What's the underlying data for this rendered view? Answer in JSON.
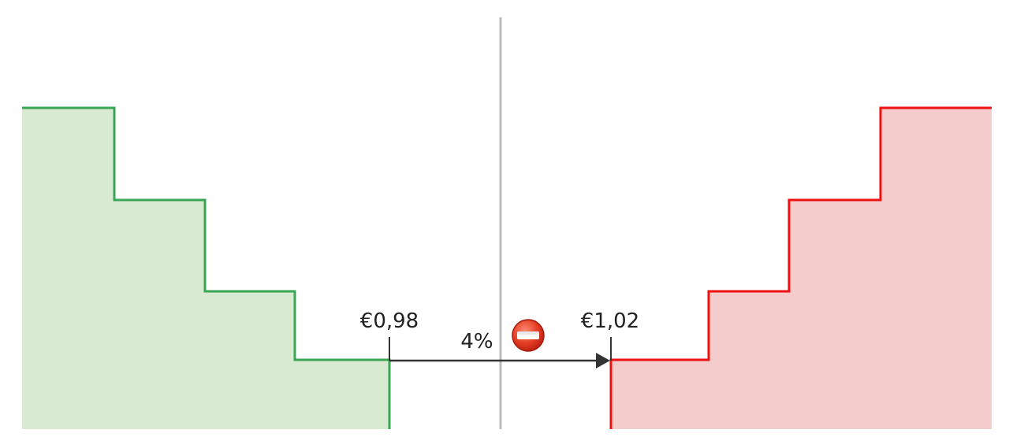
{
  "labels": {
    "bid_price": "€0,98",
    "ask_price": "€1,02",
    "spread": "4%"
  },
  "icons": {
    "spread_status": "no-entry-icon"
  },
  "colors": {
    "bid_line": "#3aa655",
    "bid_fill": "#d9ead3",
    "ask_line": "#ee1111",
    "ask_fill": "#f4cccc",
    "midline": "#bbbbbb",
    "arrow": "#333333",
    "icon_red": "#dd3322"
  }
}
